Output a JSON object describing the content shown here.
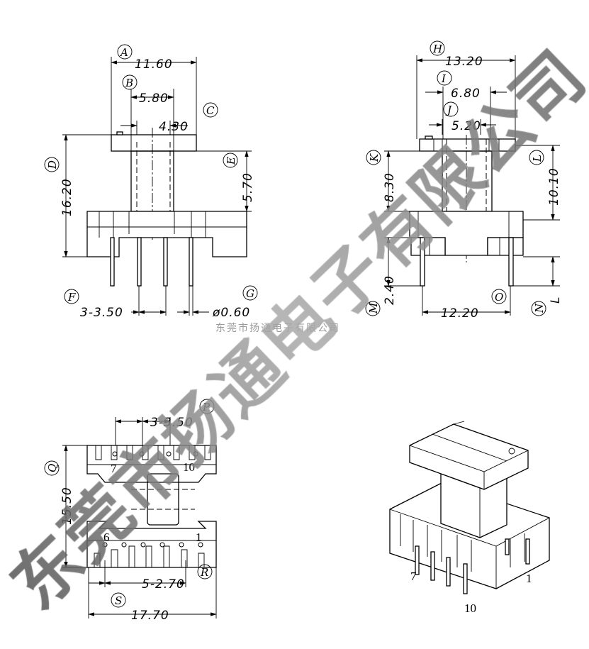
{
  "watermark": {
    "text": "东莞市扬通电子有限公司",
    "small_text": "东莞市扬通电子有限公司"
  },
  "front_view": {
    "tags": {
      "A": "A",
      "B": "B",
      "C": "C",
      "D": "D",
      "E": "E",
      "F": "F",
      "G": "G"
    },
    "dims": {
      "overall_width": "11.60",
      "column_width": "5.80",
      "inner": "4.30",
      "height": "16.20",
      "base_height": "5.70",
      "pin_pitch": "3-3.50",
      "pin_dia": "ø0.60"
    }
  },
  "side_view": {
    "tags": {
      "H": "H",
      "I": "I",
      "J": "J",
      "K": "K",
      "L": "L",
      "M": "M",
      "N": "N",
      "O": "O"
    },
    "dims": {
      "overall_width": "13.20",
      "mid": "6.80",
      "inner": "5.20",
      "k_height": "8.30",
      "l_height": "10.10",
      "m_height": "2.40",
      "n_height": "L",
      "pin_span": "12.20"
    }
  },
  "bottom_view": {
    "tags": {
      "P": "P",
      "Q": "Q",
      "R": "R",
      "S": "S"
    },
    "dims": {
      "top_pitch": "3-3.50",
      "height": "15.50",
      "bottom_pitch": "5-2.70",
      "width": "17.70"
    },
    "pins": {
      "p7": "7",
      "p10": "10",
      "p6": "6",
      "p1": "1"
    }
  },
  "iso_view": {
    "pins": {
      "p7": "7",
      "p10": "10",
      "p1": "1"
    }
  }
}
